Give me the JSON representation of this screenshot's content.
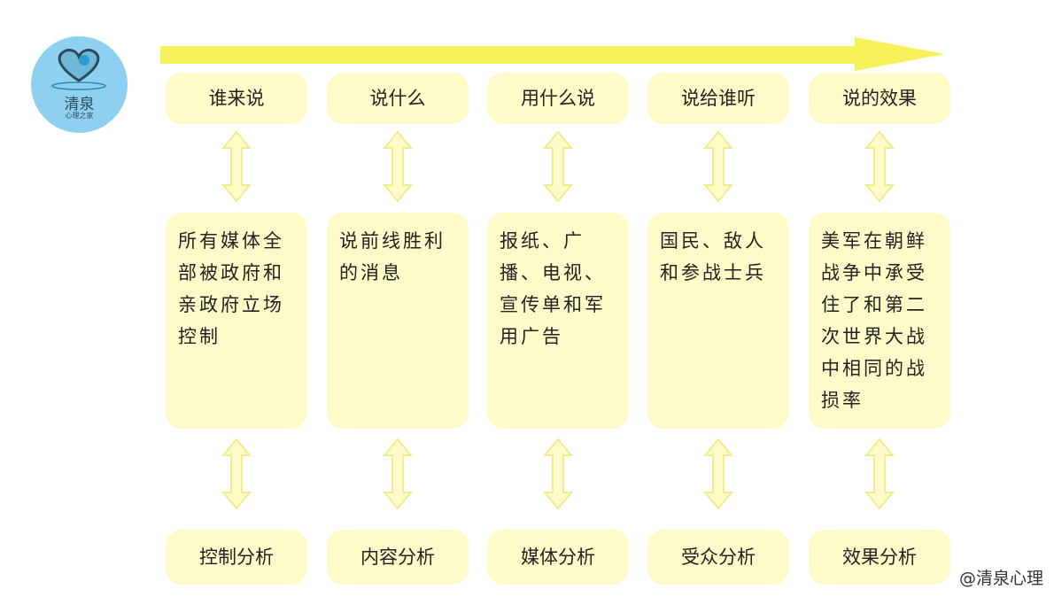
{
  "logo": {
    "name": "清泉",
    "subtitle": "心理之家"
  },
  "columns": [
    {
      "header": "谁来说",
      "content": "所有媒体全部被政府和亲政府立场控制",
      "footer": "控制分析"
    },
    {
      "header": "说什么",
      "content": "说前线胜利的消息",
      "footer": "内容分析"
    },
    {
      "header": "用什么说",
      "content": "报纸、广播、电视、宣传单和军用广告",
      "footer": "媒体分析"
    },
    {
      "header": "说给谁听",
      "content": "国民、敌人和参战士兵",
      "footer": "受众分析"
    },
    {
      "header": "说的效果",
      "content": "美军在朝鲜战争中承受住了和第二次世界大战中相同的战损率",
      "footer": "效果分析"
    }
  ],
  "watermark": "@清泉心理",
  "colors": {
    "box": "#fdfbc8",
    "arrow": "#f8f25a",
    "logo_bg": "#8fd0f0"
  }
}
